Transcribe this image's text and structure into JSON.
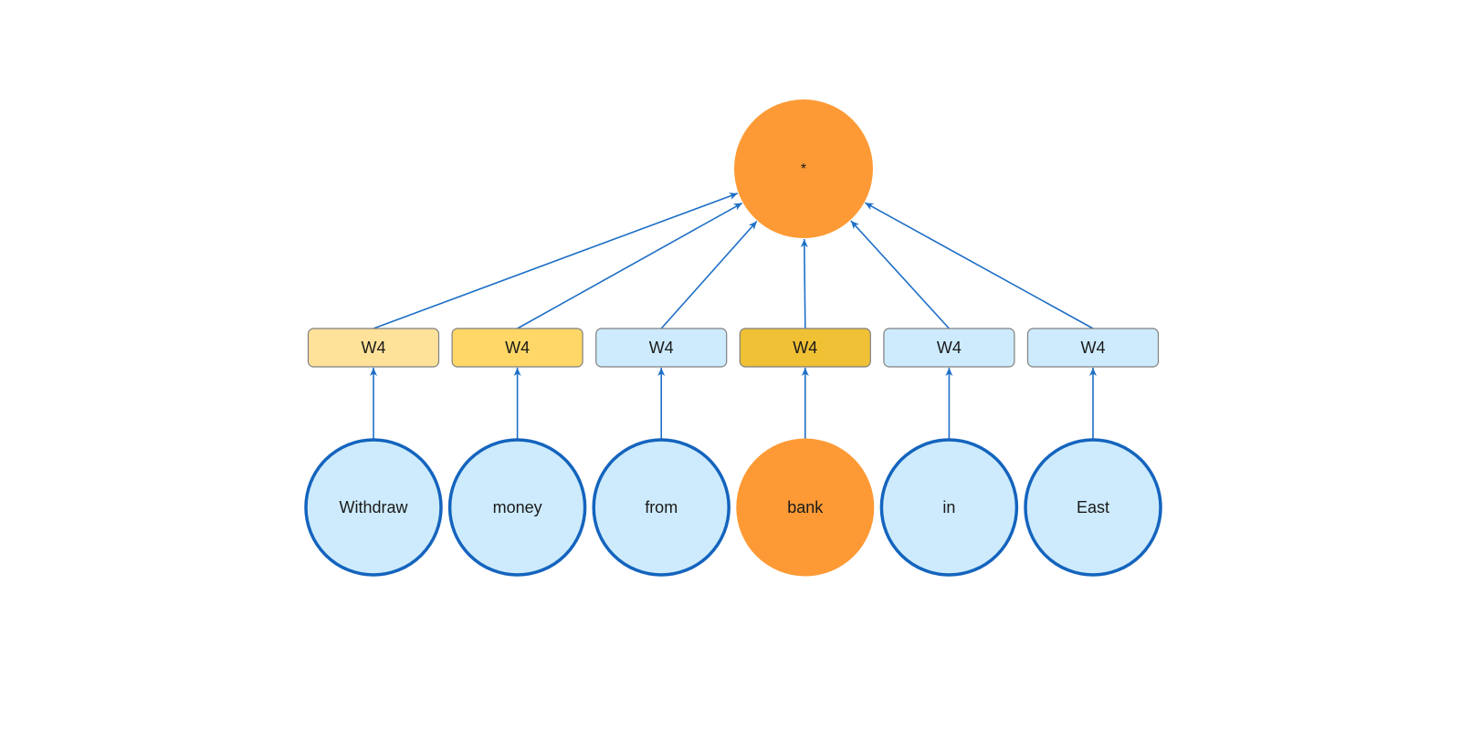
{
  "output_node": {
    "label": "*",
    "fill": "#FD9A35"
  },
  "colors": {
    "edge": "#1E6FC6",
    "token_fill": "#CDEBFC",
    "token_stroke": "#1464BE",
    "highlight_token_fill": "#FD9A35",
    "weight_stroke": "#7F7F7F"
  },
  "tokens": [
    {
      "word": "Withdraw",
      "weight_label": "W4",
      "weight_fill": "#FFE29A",
      "highlight": false
    },
    {
      "word": "money",
      "weight_label": "W4",
      "weight_fill": "#FED766",
      "highlight": false
    },
    {
      "word": "from",
      "weight_label": "W4",
      "weight_fill": "#CDEBFC",
      "highlight": false
    },
    {
      "word": "bank",
      "weight_label": "W4",
      "weight_fill": "#F0C035",
      "highlight": true
    },
    {
      "word": "in",
      "weight_label": "W4",
      "weight_fill": "#CDEBFC",
      "highlight": false
    },
    {
      "word": "East",
      "weight_label": "W4",
      "weight_fill": "#CDEBFC",
      "highlight": false
    }
  ]
}
